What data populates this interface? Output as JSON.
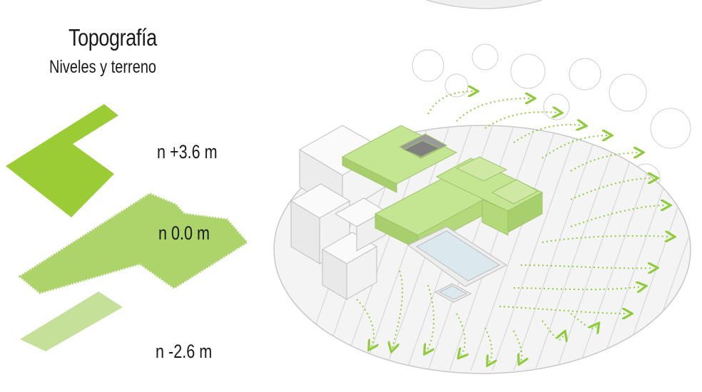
{
  "legend": {
    "title": "Topografía",
    "subtitle": "Niveles y terreno",
    "levels": [
      {
        "label": "n +3.6 m",
        "color": "#9ccc35"
      },
      {
        "label": "n 0.0 m",
        "color": "#acd46a"
      },
      {
        "label": "n -2.6 m",
        "color": "#c4e099"
      }
    ]
  },
  "colors": {
    "ground": "#f2f2f2",
    "building_white": "#f7f7f7",
    "outline": "#bdbdbd",
    "green_block": "#b3d97a",
    "green_top": "#c4e592",
    "pool_water": "#dbe9ee",
    "flow_arrows": "#8fcb3c",
    "trees": "#d0d0d0"
  }
}
